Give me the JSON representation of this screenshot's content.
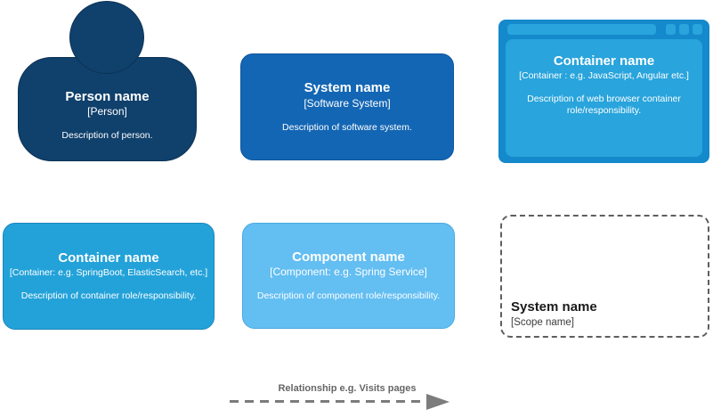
{
  "colors": {
    "person-fill": "#10406C",
    "person-border": "#0C3356",
    "system-fill": "#1366B4",
    "system-border": "#0F57A0",
    "browser-frame": "#1489CB",
    "browser-panel": "#29A4DC",
    "container-fill": "#23A2D9",
    "container-border": "#1B86BE",
    "component-fill": "#63BEF2",
    "component-border": "#4BA9E2",
    "scope-border": "#5F5F5F",
    "relation-color": "#7C7C7C",
    "text-on-blue": "#FFFFFF"
  },
  "person": {
    "title": "Person name",
    "type_label": "[Person]",
    "description": "Description of person."
  },
  "system": {
    "title": "System name",
    "type_label": "[Software System]",
    "description": "Description of software system."
  },
  "browser_container": {
    "title": "Container name",
    "type_label": "[Container : e.g. JavaScript, Angular etc.]",
    "description": "Description of web browser container role/responsibility."
  },
  "container": {
    "title": "Container name",
    "type_label": "[Container: e.g. SpringBoot, ElasticSearch, etc.]",
    "description": "Description of container role/responsibility."
  },
  "component": {
    "title": "Component name",
    "type_label": "[Component: e.g. Spring Service]",
    "description": "Description of component role/responsibility."
  },
  "scope": {
    "title": "System name",
    "type_label": "[Scope name]"
  },
  "relationship": {
    "label": "Relationship e.g. Visits pages"
  }
}
